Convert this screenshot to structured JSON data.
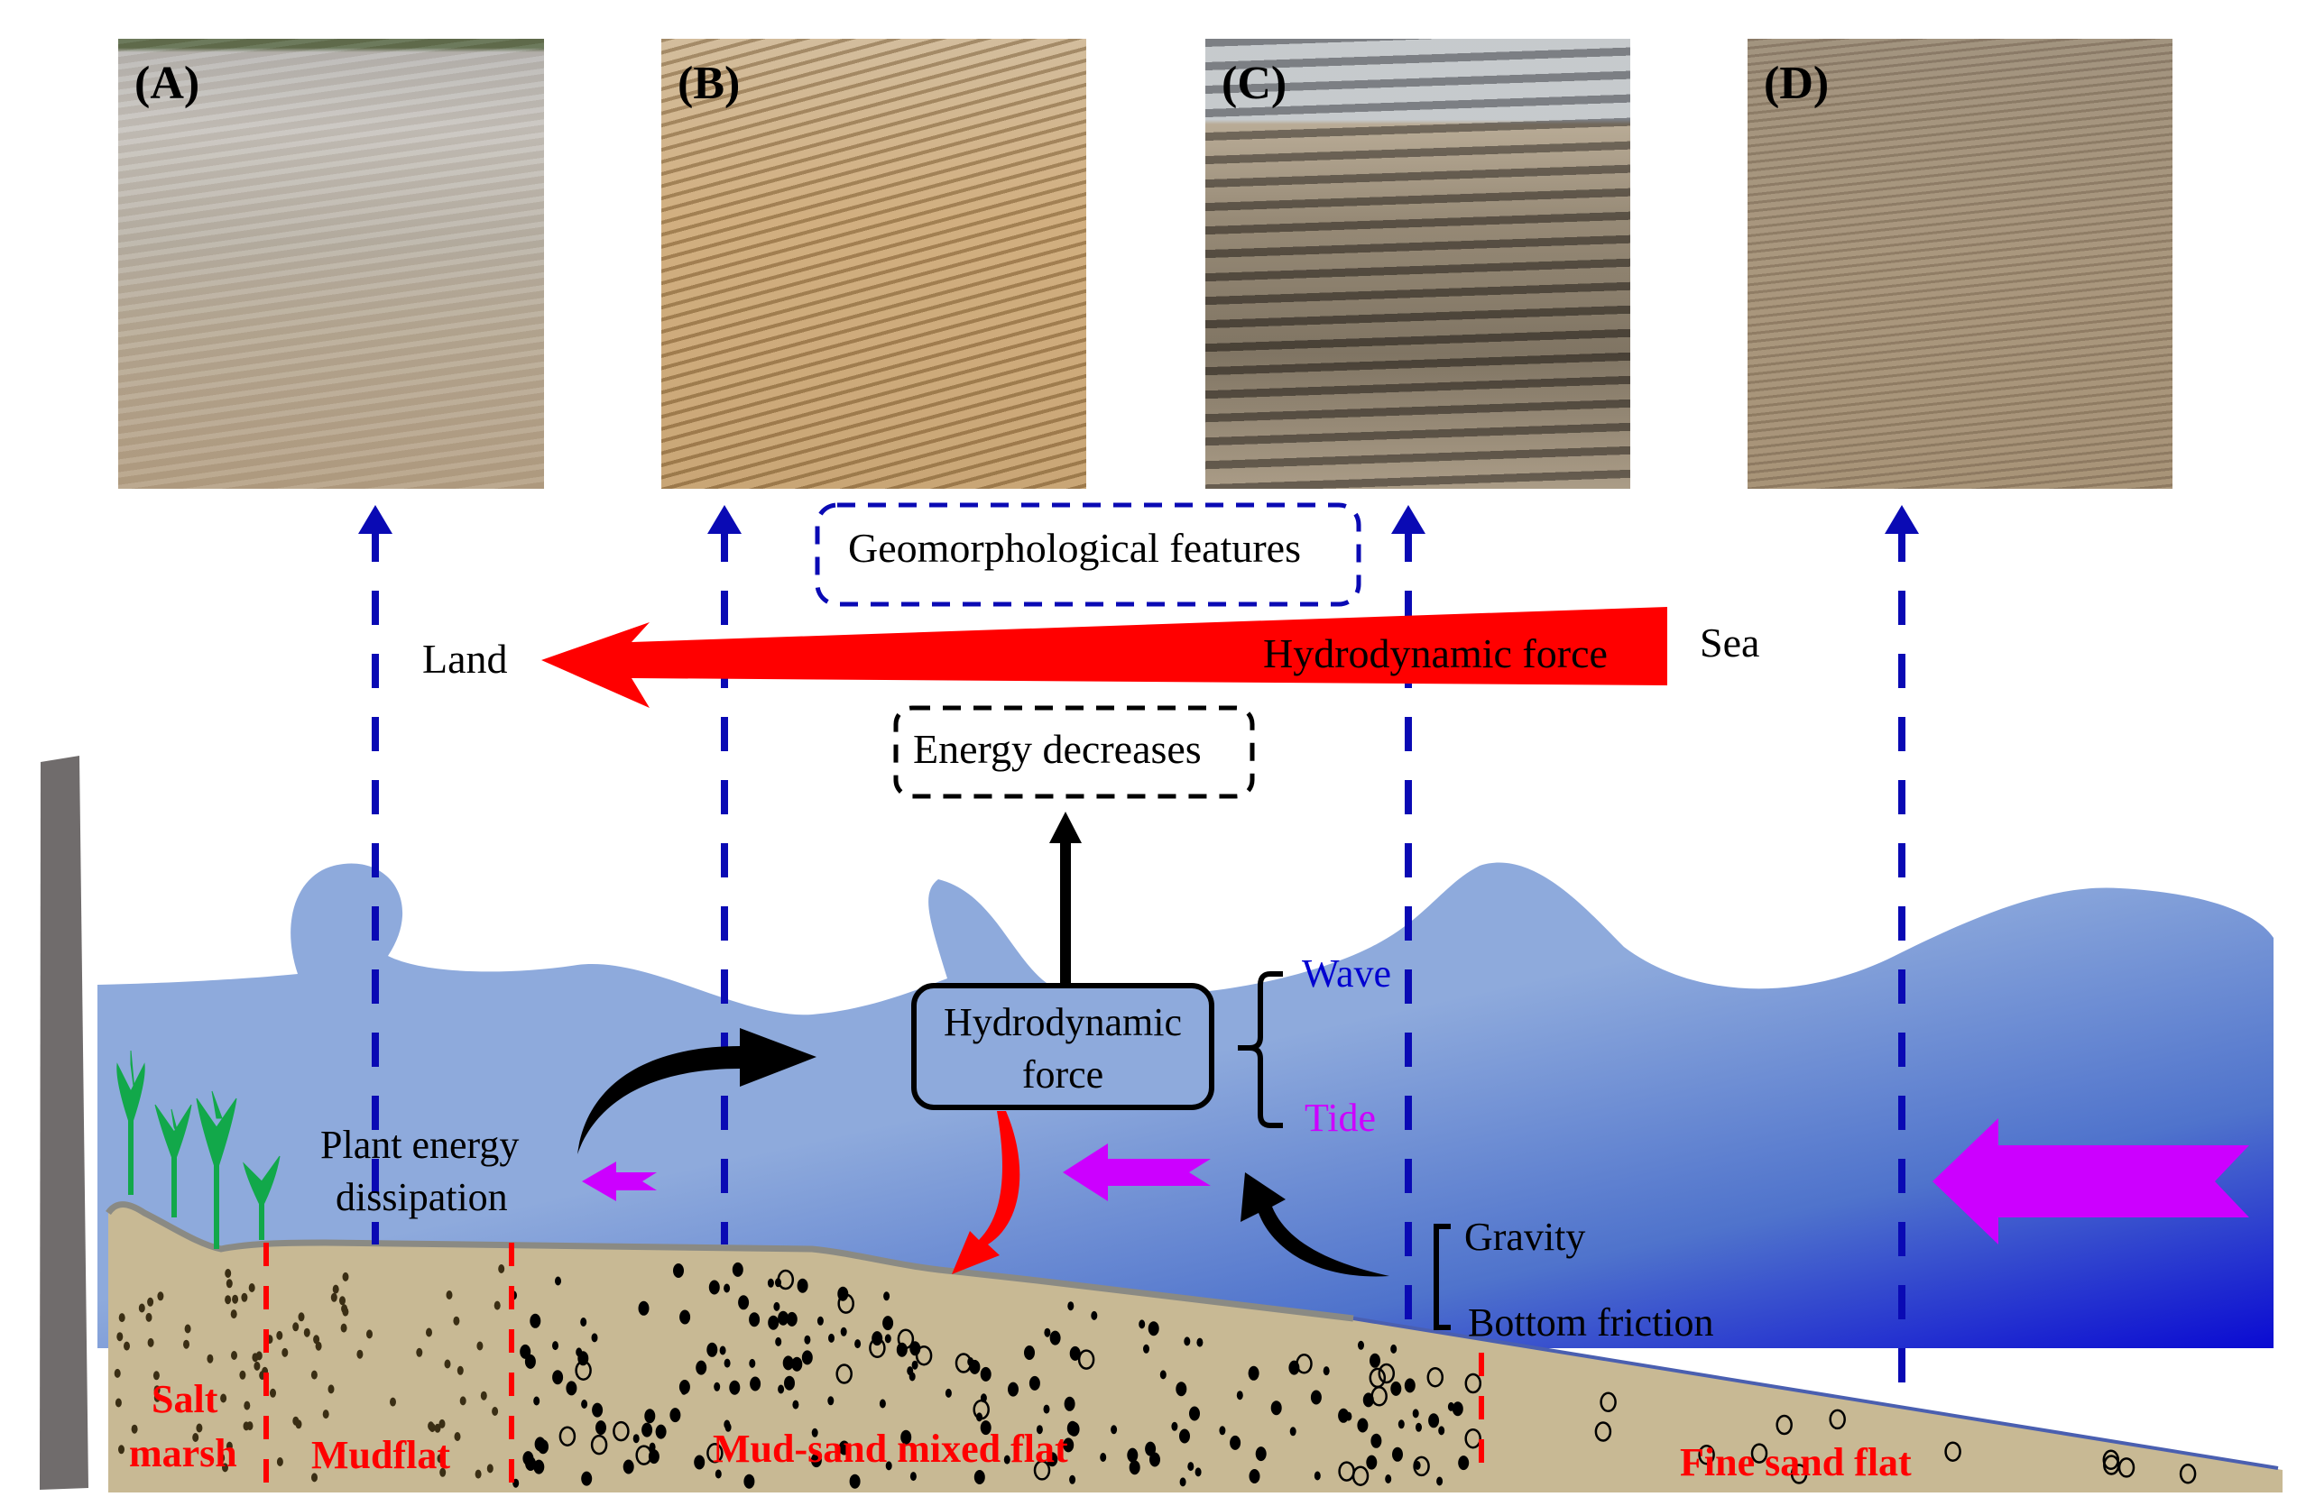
{
  "photos": [
    {
      "label": "(A)",
      "subject": "mudflat-photo"
    },
    {
      "label": "(B)",
      "subject": "mud-sand-mixed-flat-photo"
    },
    {
      "label": "(C)",
      "subject": "eroded-flat-photo"
    },
    {
      "label": "(D)",
      "subject": "fine-sand-flat-photo"
    }
  ],
  "labels": {
    "geomorphological_features": "Geomorphological features",
    "land": "Land",
    "sea": "Sea",
    "hydrodynamic_force_arrow": "Hydrodynamic force",
    "energy_decreases": "Energy decreases",
    "hydrodynamic_box_line1": "Hydrodynamic",
    "hydrodynamic_box_line2": "force",
    "wave": "Wave",
    "tide": "Tide",
    "plant_line1": "Plant energy",
    "plant_line2": "dissipation",
    "gravity": "Gravity",
    "bottom_friction": "Bottom friction"
  },
  "zones": {
    "salt_marsh_line1": "Salt",
    "salt_marsh_line2": "marsh",
    "mudflat": "Mudflat",
    "mud_sand_mixed_flat": "Mud-sand mixed flat",
    "fine_sand_flat": "Fine sand flat"
  },
  "colors": {
    "dashed_blue": "#0a0ab4",
    "red": "#ff0000",
    "magenta": "#cc00ff",
    "wave_blue": "#0000d0",
    "tide_magenta": "#cc00ff",
    "water_light": "#8eaadc",
    "water_dark": "#0a0ad2",
    "sediment": "#c8b994",
    "wall": "#706c6c",
    "plant": "#12a84a"
  }
}
